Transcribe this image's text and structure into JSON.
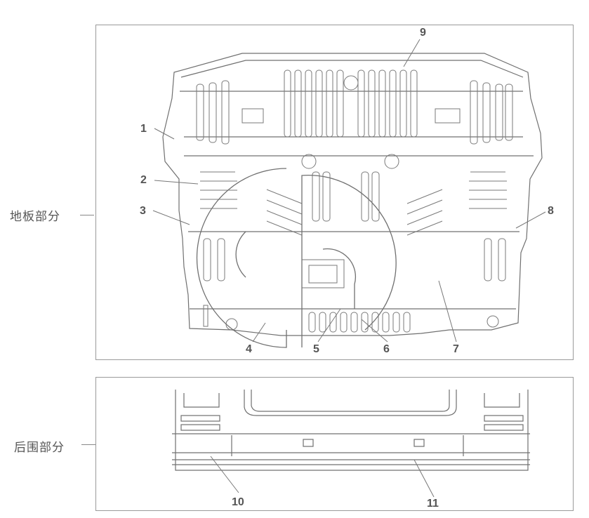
{
  "sections": {
    "floor": {
      "label": "地板部分"
    },
    "rear": {
      "label": "后围部分"
    }
  },
  "callouts": {
    "c1": "1",
    "c2": "2",
    "c3": "3",
    "c4": "4",
    "c5": "5",
    "c6": "6",
    "c7": "7",
    "c8": "8",
    "c9": "9",
    "c10": "10",
    "c11": "11"
  },
  "colors": {
    "line": "#6e6e6e",
    "frame": "#9a9a9a",
    "text": "#555555"
  }
}
